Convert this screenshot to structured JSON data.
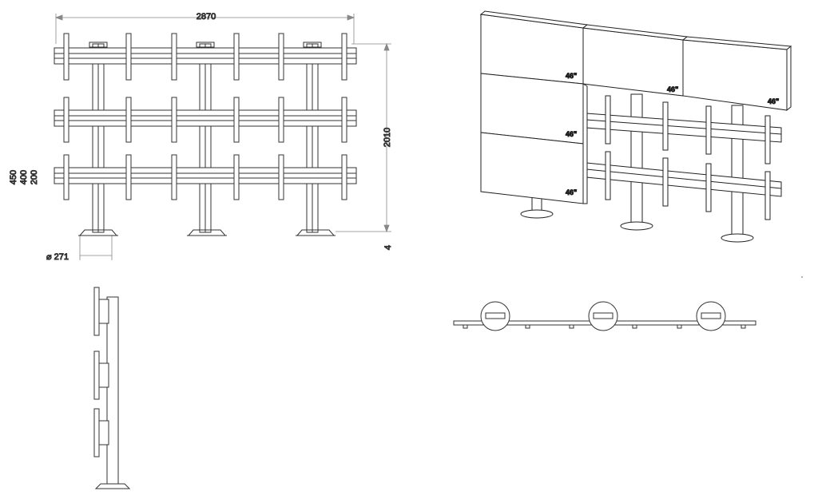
{
  "front_view": {
    "width_label": "2870",
    "height_label": "2010",
    "offset_label": "4",
    "base_diameter_label": "⌀ 271",
    "vesa_labels": [
      "450",
      "400",
      "200"
    ]
  },
  "iso_view": {
    "screen_labels": [
      "46\"",
      "46\"",
      "46\"",
      "46\"",
      "46\""
    ]
  },
  "colors": {
    "line": "#333333",
    "dimension": "#888888",
    "screen_face": "#ffffff",
    "screen_edge": "#222222"
  }
}
